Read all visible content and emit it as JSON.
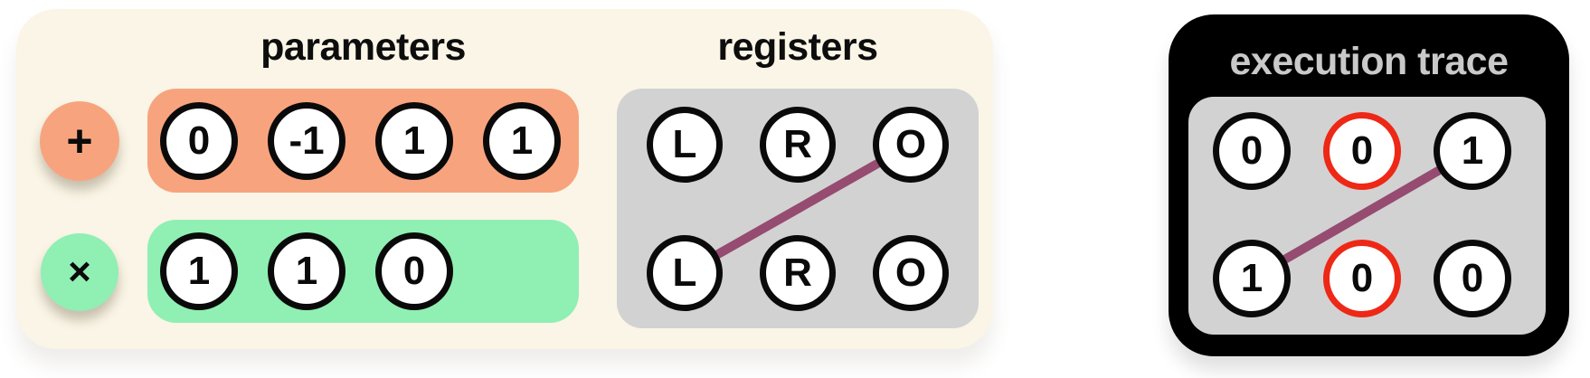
{
  "colors": {
    "canvas_bg": "#ffffff",
    "program_panel_bg": "#faf5e6",
    "plus_accent": "#f7a47e",
    "times_accent": "#90efb3",
    "registers_box_bg": "#d2d2d2",
    "trace_panel_bg": "#000000",
    "trace_title_color": "#c9c9c9",
    "circle_fill": "#ffffff",
    "circle_border": "#0a0a0a",
    "highlight_ring": "#ee2816",
    "connection_line": "#964b70"
  },
  "program": {
    "parameters_title": "parameters",
    "registers_title": "registers",
    "op_rows": [
      {
        "op": "+",
        "values": [
          "0",
          "-1",
          "1",
          "1"
        ]
      },
      {
        "op": "×",
        "values": [
          "1",
          "1",
          "0"
        ]
      }
    ],
    "registers": {
      "rows": [
        {
          "cells": [
            "L",
            "R",
            "O"
          ]
        },
        {
          "cells": [
            "L",
            "R",
            "O"
          ]
        }
      ],
      "connection": {
        "from": "bottom-L",
        "to": "top-O"
      }
    }
  },
  "trace": {
    "title": "execution trace",
    "rows": [
      {
        "cells": [
          {
            "value": "0",
            "ring": "black"
          },
          {
            "value": "0",
            "ring": "red"
          },
          {
            "value": "1",
            "ring": "black"
          }
        ]
      },
      {
        "cells": [
          {
            "value": "1",
            "ring": "black"
          },
          {
            "value": "0",
            "ring": "red"
          },
          {
            "value": "0",
            "ring": "black"
          }
        ]
      }
    ],
    "connection": {
      "from": "bottom-left-1",
      "to": "top-right-1"
    }
  }
}
